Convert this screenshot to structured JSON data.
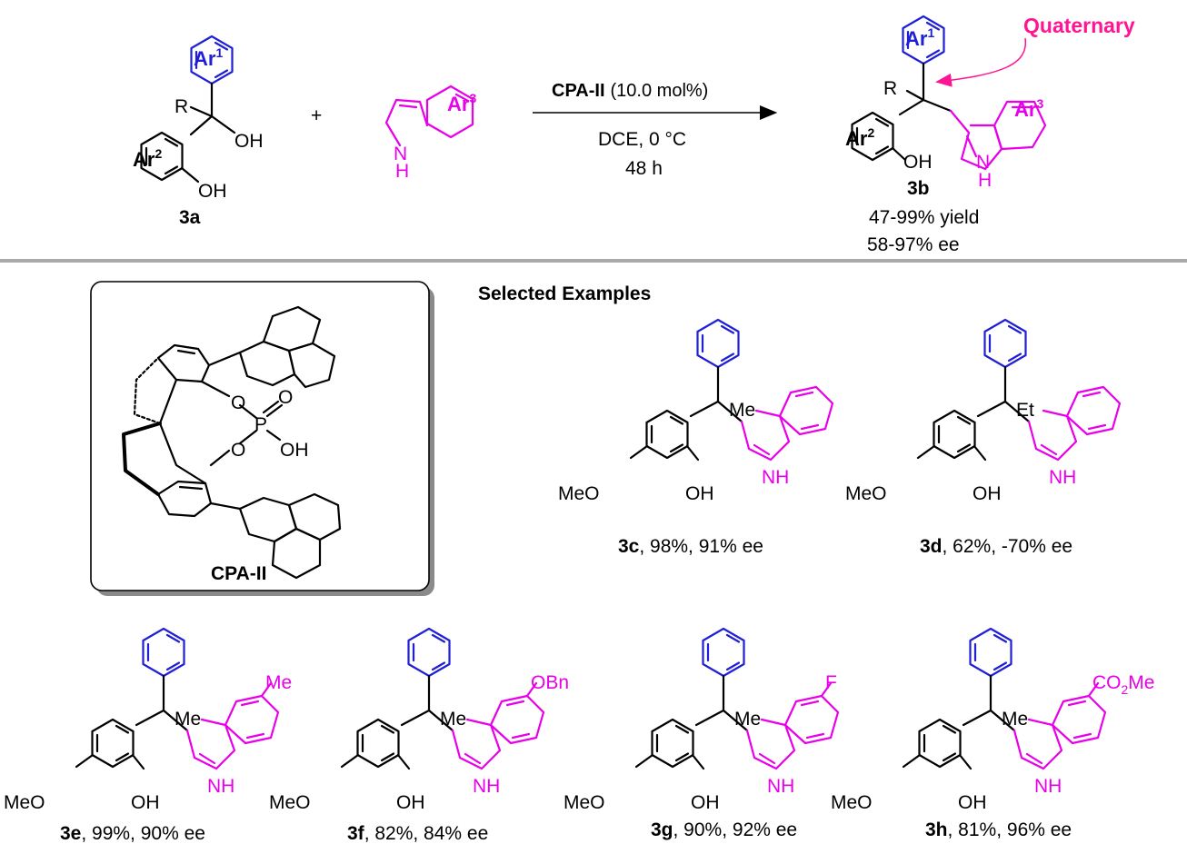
{
  "scheme": {
    "reactant_a": {
      "label": "3a",
      "ar1": "Ar",
      "ar1_sup": "1",
      "ar2": "Ar",
      "ar2_sup": "2",
      "r": "R",
      "oh_top": "OH",
      "oh_bottom": "OH"
    },
    "plus": "+",
    "reactant_b": {
      "ar3": "Ar",
      "ar3_sup": "3",
      "nh_n": "N",
      "nh_h": "H"
    },
    "conditions": {
      "catalyst": "CPA-II",
      "loading": "(10.0 mol%)",
      "solvent_temp": "DCE, 0 °C",
      "time": "48 h"
    },
    "product": {
      "label": "3b",
      "yield": "47-99% yield",
      "ee": "58-97% ee",
      "annotation": "Quaternary",
      "r": "R",
      "oh": "OH",
      "nh_n": "N",
      "nh_h": "H"
    }
  },
  "catalyst_box": {
    "label": "CPA-II",
    "o1": "O",
    "o2": "O",
    "p": "P",
    "o_double": "O",
    "oh": "OH"
  },
  "examples": {
    "heading": "Selected Examples",
    "items": [
      {
        "id": "3c",
        "rest": ", 98%, 91% ee",
        "alkyl": "Me",
        "indole_sub": "",
        "meo": "MeO",
        "oh": "OH",
        "nh": "NH"
      },
      {
        "id": "3d",
        "rest": ", 62%, -70% ee",
        "alkyl": "Et",
        "indole_sub": "",
        "meo": "MeO",
        "oh": "OH",
        "nh": "NH"
      },
      {
        "id": "3e",
        "rest": ", 99%, 90% ee",
        "alkyl": "Me",
        "indole_sub": "Me",
        "meo": "MeO",
        "oh": "OH",
        "nh": "NH"
      },
      {
        "id": "3f",
        "rest": ", 82%, 84% ee",
        "alkyl": "Me",
        "indole_sub": "OBn",
        "meo": "MeO",
        "oh": "OH",
        "nh": "NH"
      },
      {
        "id": "3g",
        "rest": ", 90%, 92% ee",
        "alkyl": "Me",
        "indole_sub": "F",
        "meo": "MeO",
        "oh": "OH",
        "nh": "NH"
      },
      {
        "id": "3h",
        "rest": ", 81%, 96% ee",
        "alkyl": "Me",
        "indole_sub": "CO2Me",
        "meo": "MeO",
        "oh": "OH",
        "nh": "NH"
      }
    ]
  },
  "colors": {
    "aryl1": "#1f1fd6",
    "indole": "#e800e8",
    "quaternary": "#ff1493",
    "divider": "#aaaaaa"
  }
}
